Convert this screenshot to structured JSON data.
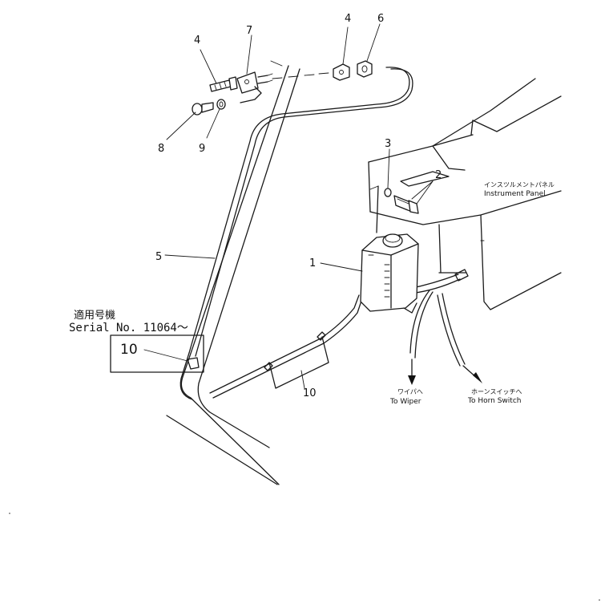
{
  "callouts": {
    "c1": "1",
    "c2": "2",
    "c3": "3",
    "c4a": "4",
    "c4b": "4",
    "c5": "5",
    "c6": "6",
    "c7": "7",
    "c8": "8",
    "c9": "9",
    "c10_boxed": "10",
    "c10_bracket": "10"
  },
  "labels": {
    "instrument_panel_jp": "インスツルメントパネル",
    "instrument_panel_en": "Instrument Panel",
    "to_wiper_jp": "ワイパへ",
    "to_wiper_en": "To Wiper",
    "to_horn_switch_jp": "ホーンスイッチへ",
    "to_horn_switch_en": "To Horn Switch",
    "serial_jp": "適用号機",
    "serial_en": "Serial No. 11064～"
  }
}
